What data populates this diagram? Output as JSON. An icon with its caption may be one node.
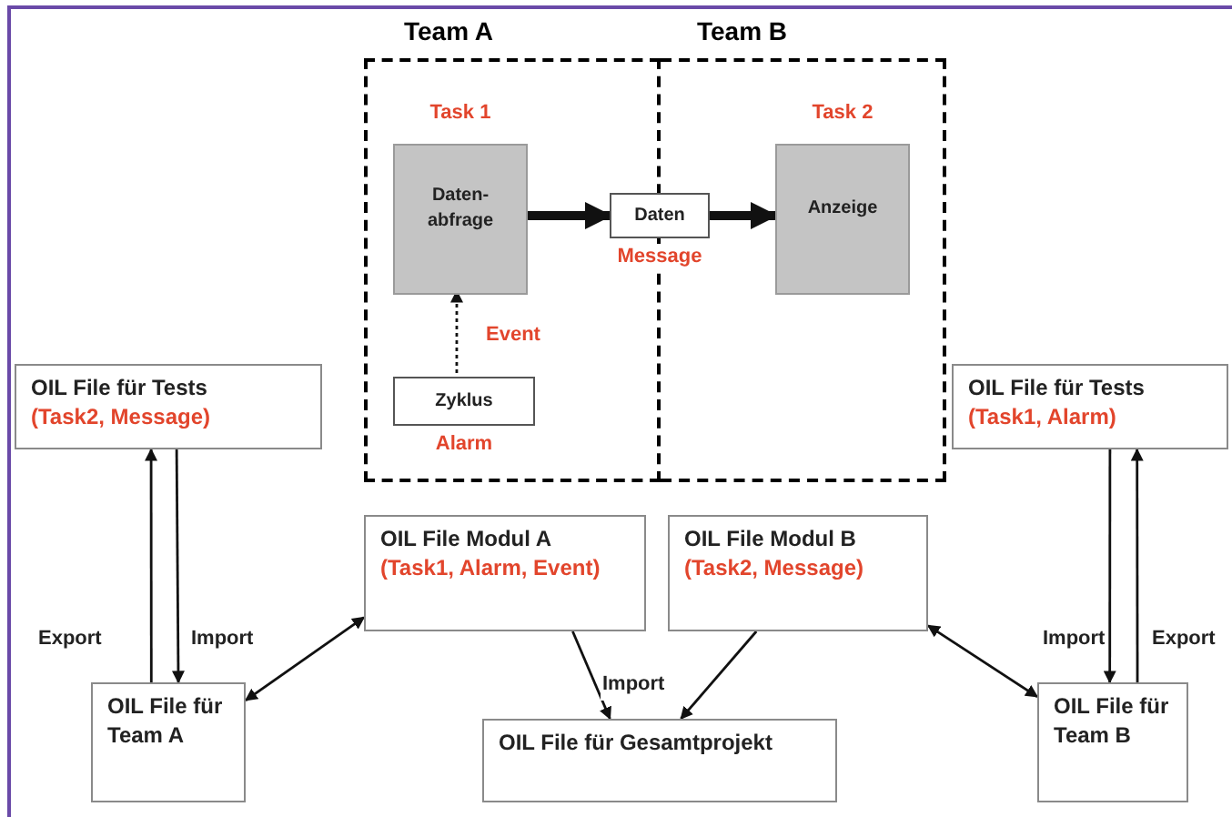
{
  "diagram": {
    "nodes": [
      {
        "text": [
          "Team A"
        ]
      },
      {
        "text": [
          "Team B"
        ]
      },
      {
        "text": [
          "Daten- abfrage"
        ],
        "in": 0,
        "beside": [
          "Task 1"
        ]
      },
      {
        "text": [
          "Daten"
        ],
        "beside": [
          "Message"
        ]
      },
      {
        "text": [
          "Anzeige"
        ],
        "in": 1,
        "beside": [
          "Task 2"
        ]
      },
      {
        "text": [
          "Zyklus"
        ],
        "in": 0,
        "beside": [
          "Alarm"
        ]
      },
      {
        "text": [
          "OIL File für Tests",
          "(Task2, Message)"
        ]
      },
      {
        "text": [
          "OIL File Modul A",
          "(Task1, Alarm, Event)"
        ]
      },
      {
        "text": [
          "OIL File Modul B",
          "(Task2, Message)"
        ]
      },
      {
        "text": [
          "OIL File für Tests",
          "(Task1, Alarm)"
        ]
      },
      {
        "text": [
          "OIL File für Team A"
        ]
      },
      {
        "text": [
          "OIL File für Gesamtprojekt"
        ]
      },
      {
        "text": [
          "OIL File für Team B"
        ]
      }
    ],
    "edges": [
      {
        "from": 2,
        "to": 3,
        "arrow": "to",
        "style": "thick"
      },
      {
        "from": 3,
        "to": 4,
        "arrow": "to",
        "style": "thick"
      },
      {
        "from": 5,
        "to": 2,
        "arrow": "to",
        "style": "dashed",
        "label": "Event"
      },
      {
        "from": 10,
        "to": 6,
        "arrow": "to",
        "label": "Export"
      },
      {
        "from": 6,
        "to": 10,
        "arrow": "to",
        "label": "Import"
      },
      {
        "from": 10,
        "to": 7,
        "arrow": "both"
      },
      {
        "from": 7,
        "to": 11,
        "arrow": "to",
        "label": "Import"
      },
      {
        "from": 8,
        "to": 11,
        "arrow": "to"
      },
      {
        "from": 8,
        "to": 12,
        "arrow": "both"
      },
      {
        "from": 9,
        "to": 12,
        "arrow": "to",
        "label": "Import"
      },
      {
        "from": 12,
        "to": 9,
        "arrow": "to",
        "label": "Export"
      }
    ]
  }
}
